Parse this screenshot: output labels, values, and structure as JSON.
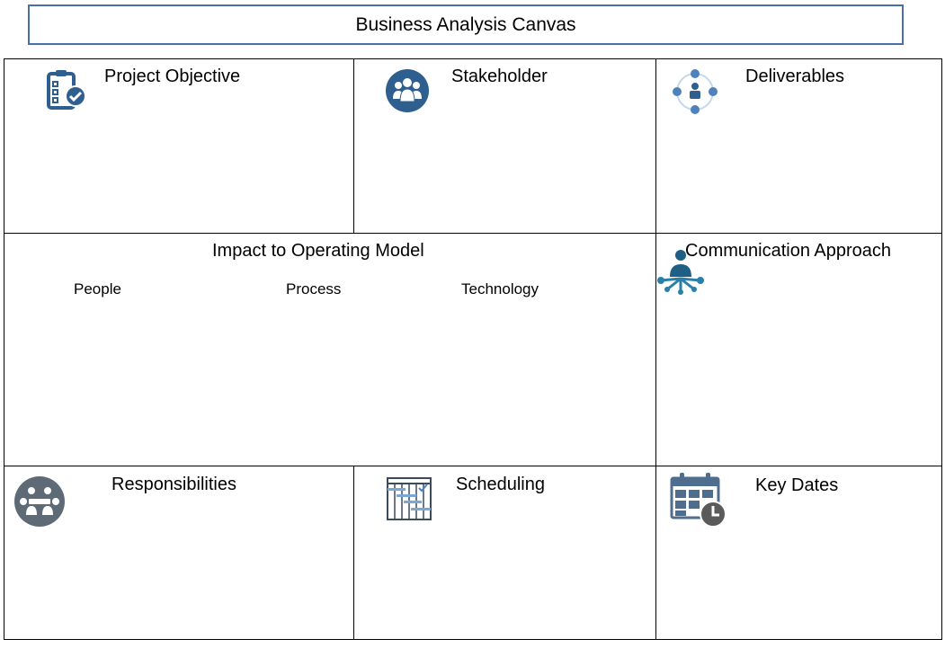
{
  "title": "Business Analysis Canvas",
  "colors": {
    "title_border": "#4a6fa5",
    "icon_primary": "#2f5f8f",
    "icon_blue": "#4f81bd",
    "icon_dark": "#3b4b5c",
    "icon_grey": "#5e6a75",
    "icon_light": "#7aa7d6"
  },
  "cells": {
    "project_objective": {
      "label": "Project Objective",
      "icon": "checklist-icon"
    },
    "stakeholder": {
      "label": "Stakeholder",
      "icon": "stakeholder-group-icon"
    },
    "deliverables": {
      "label": "Deliverables",
      "icon": "deliverables-network-icon"
    },
    "impact": {
      "label": "Impact to Operating Model",
      "columns": [
        "People",
        "Process",
        "Technology"
      ]
    },
    "communication": {
      "label": "Communication Approach",
      "icon": "communication-hub-icon"
    },
    "responsibilities": {
      "label": "Responsibilities",
      "icon": "responsibilities-team-icon"
    },
    "scheduling": {
      "label": "Scheduling",
      "icon": "gantt-schedule-icon"
    },
    "key_dates": {
      "label": "Key Dates",
      "icon": "calendar-clock-icon"
    }
  }
}
